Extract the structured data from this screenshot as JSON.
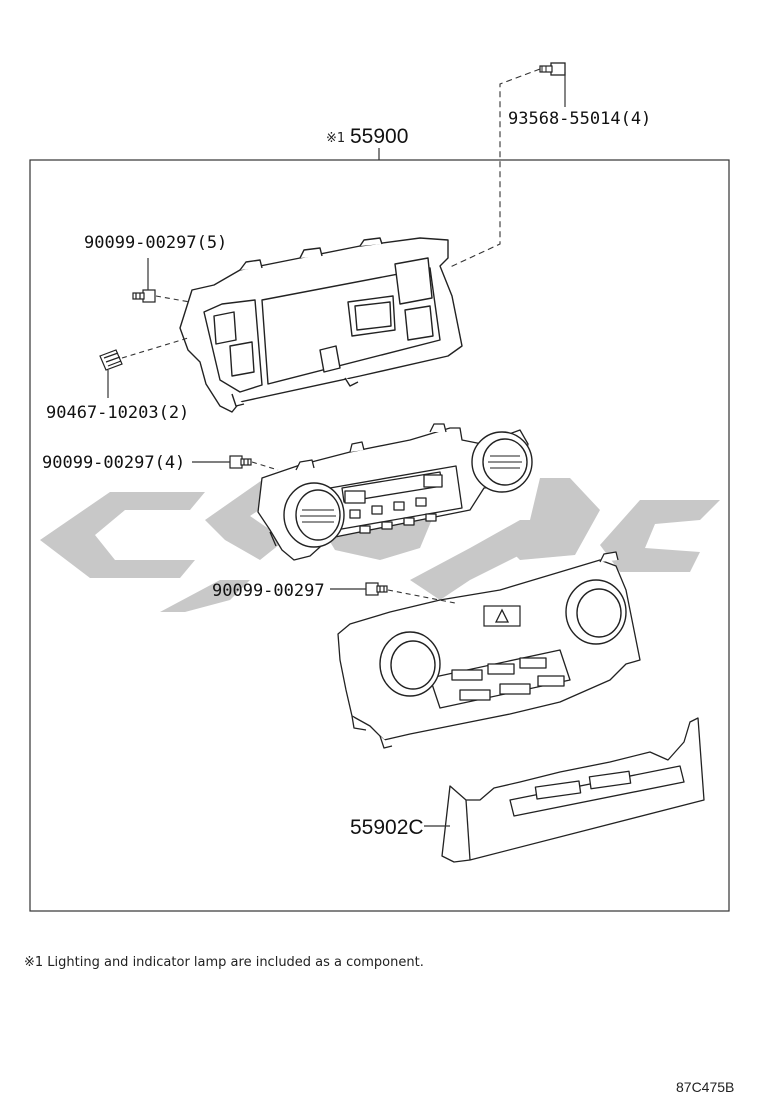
{
  "assembly": {
    "mark": "※1",
    "part": "55900"
  },
  "labels": {
    "bolt_top": "93568-55014(4)",
    "screw_frame": "90099-00297(5)",
    "clip_frame": "90467-10203(2)",
    "screw_board": "90099-00297(4)",
    "screw_panel": "90099-00297",
    "bezel": "55902C"
  },
  "footnote": "※1 Lighting and indicator lamp are included as a component.",
  "diagram_code": "87C475B",
  "icons": [
    "bolt-icon",
    "screw-icon",
    "clip-icon",
    "hazard-icon",
    "knob-icon"
  ]
}
